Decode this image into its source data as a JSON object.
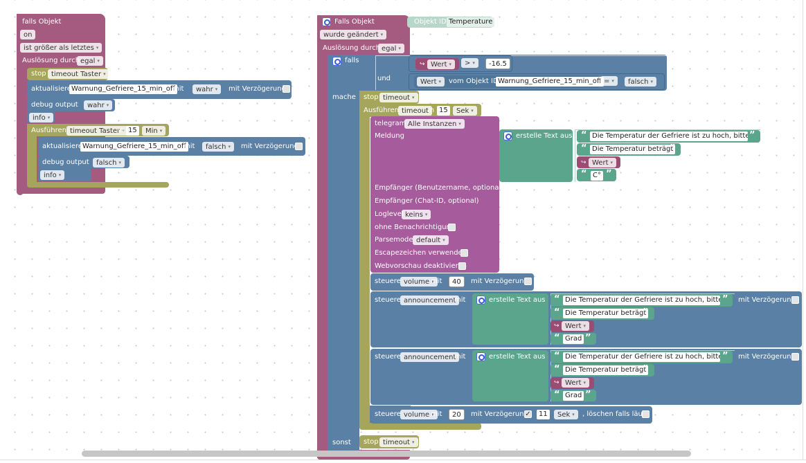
{
  "colors": {
    "event": "#a55b80",
    "logic": "#5b80a5",
    "timeout": "#a5a55b",
    "text": "#5ba58c",
    "telegram": "#a55b9c"
  },
  "left": {
    "header": "falls Objekt",
    "on_dd": "on",
    "cond_dd": "ist größer als letztes",
    "trigger_label": "Auslösung durch",
    "trigger_dd": "egal",
    "stop_label": "stop",
    "stop_dd": "timeout Taster",
    "update_label": "aktualisiere",
    "update_obj": "Warnung_Gefriere_15_min_off",
    "mit": "mit",
    "update_val": "wahr",
    "delay_label": "mit Verzögerung",
    "debug_label": "debug output",
    "debug_val": "wahr",
    "info": "info",
    "exec_label": "Ausführen",
    "exec_dd": "timeout Taster",
    "in": "in",
    "exec_num": "15",
    "exec_unit": "Min",
    "update2_obj": "Warnung_Gefriere_15_min_off",
    "update2_val": "falsch",
    "debug2_val": "falsch",
    "info2": "info"
  },
  "right": {
    "header": "Falls Objekt",
    "objid_label": "Objekt ID",
    "objid_val": "Temperature",
    "changed_dd": "wurde geändert",
    "trigger_label": "Auslösung durch",
    "trigger_dd": "egal",
    "if_label": "falls",
    "wert": "Wert",
    "gt": ">",
    "threshold": "-16.5",
    "und": "und",
    "wert2": "Wert",
    "vom_obj": "vom Objekt ID",
    "obj2": "Warnung_Gefriere_15_min_off",
    "eq": "=",
    "falsch": "falsch",
    "mache": "mache",
    "stop_label": "stop",
    "stop_dd": "timeout",
    "exec_label": "Ausführen",
    "exec_dd": "timeout",
    "in": "in",
    "exec_num": "15",
    "exec_unit": "Sek",
    "telegram": "telegram",
    "instances": "Alle Instanzen",
    "meldung": "Meldung",
    "create_text": "erstelle Text aus",
    "txt1": "Die Temperatur der Gefriere ist zu hoch, bitte u...",
    "txt2": "Die Temperatur beträgt",
    "wert3": "Wert",
    "txt_c": "C°",
    "emp1": "Empfänger (Benutzername, optional)",
    "emp2": "Empfänger (Chat-ID, optional)",
    "loglevel": "Loglevel",
    "loglevel_dd": "keins",
    "no_notif": "ohne Benachrichtigung",
    "parsemode": "Parsemode",
    "parsemode_dd": "default",
    "escape": "Escapezeichen verwenden",
    "webpreview": "Webvorschau deaktivieren",
    "steuere": "steuere",
    "volume": "volume",
    "mit": "mit",
    "vol1": "40",
    "delay_label": "mit Verzögerung",
    "announcement": "announcement",
    "grad": "Grad",
    "vol2": "20",
    "delay_check": "✓",
    "delay_num": "11",
    "delay_unit": "Sek",
    "clear_label": ", löschen falls läuft",
    "sonst": "sonst",
    "stop2_dd": "timeout"
  }
}
